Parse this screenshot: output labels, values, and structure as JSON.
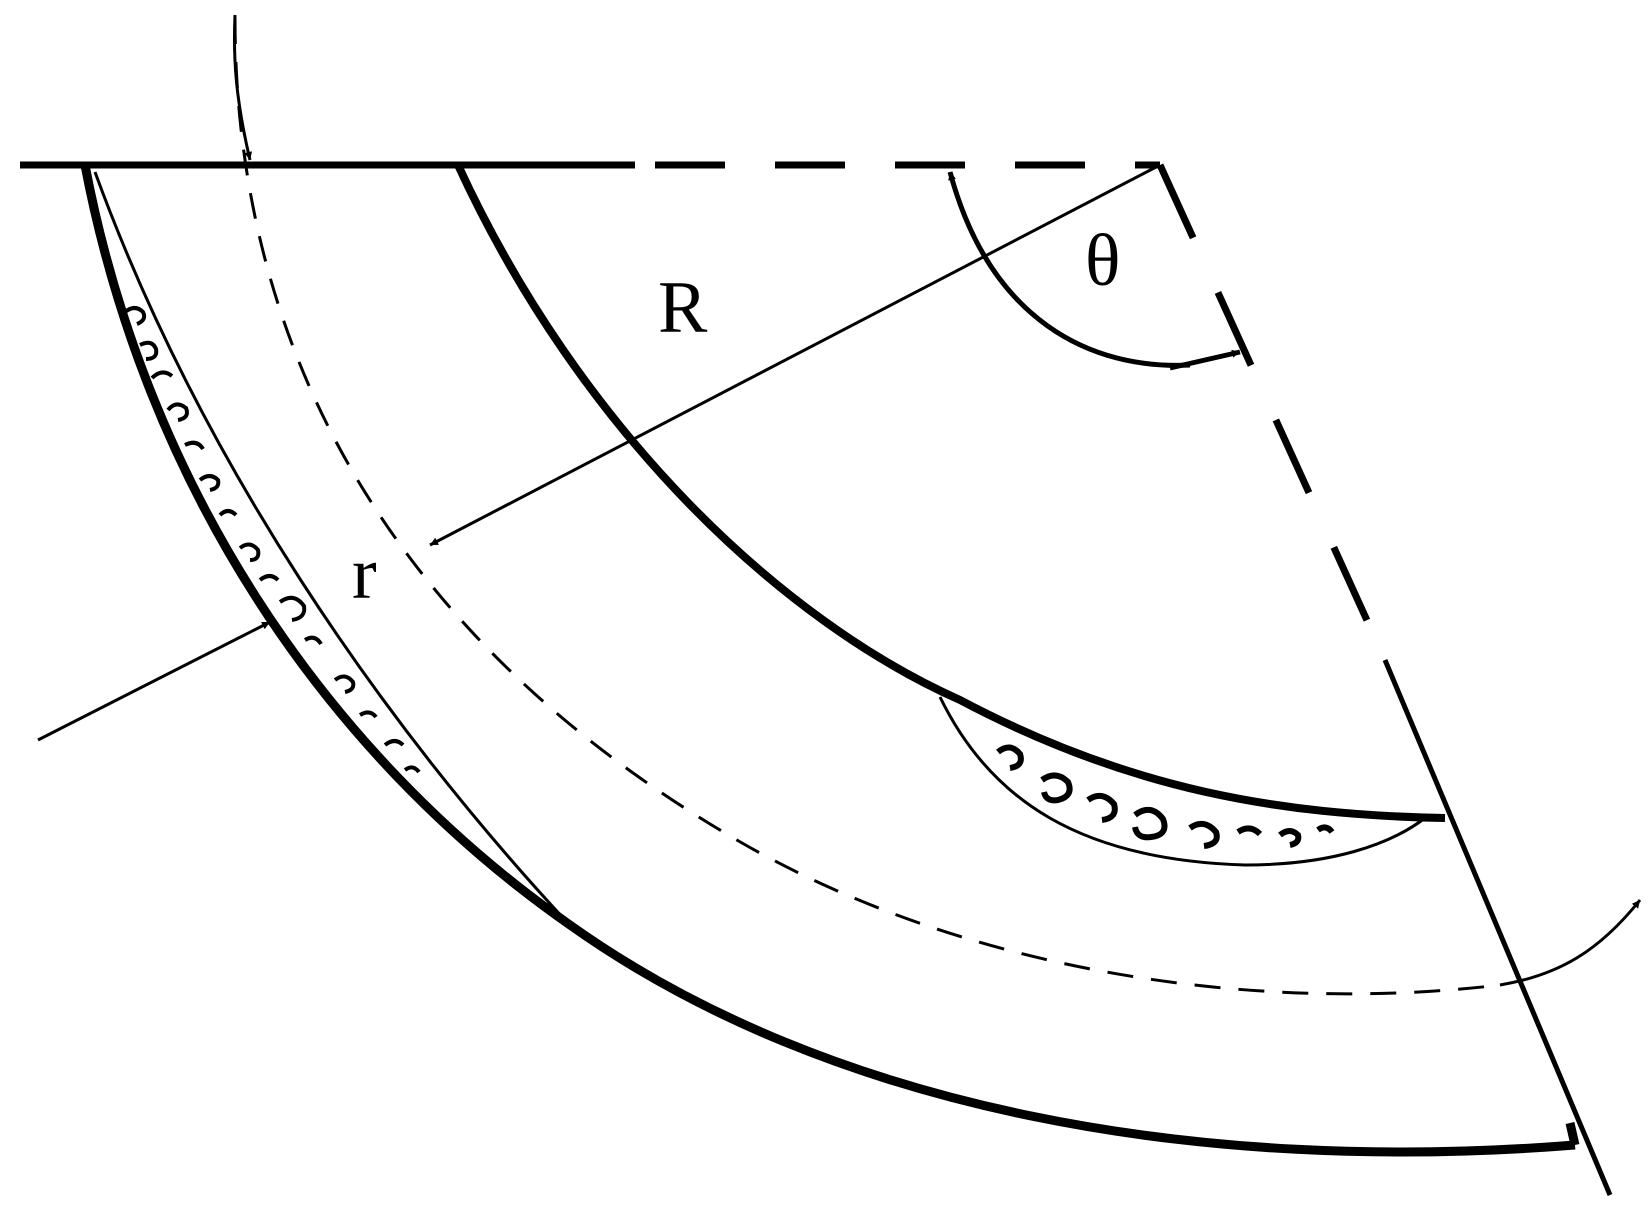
{
  "labels": {
    "bend_radius": "R",
    "pipe_radius": "r",
    "bend_angle": "θ"
  },
  "colors": {
    "stroke": "#000000",
    "background": "#ffffff"
  },
  "icons": {
    "arrowhead": "triangle-arrowhead-icon"
  }
}
